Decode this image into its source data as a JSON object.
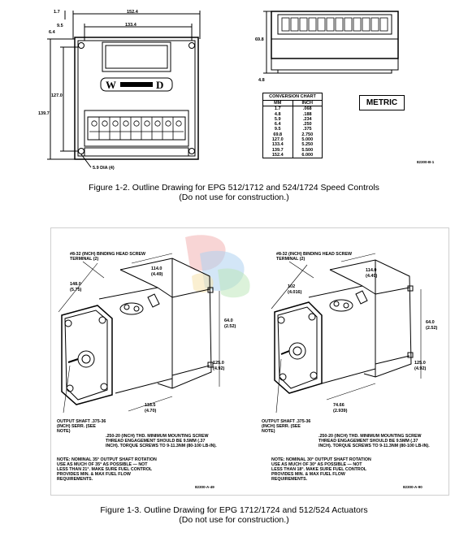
{
  "figure1": {
    "dims": {
      "top_left": "1.7",
      "top_width": "152.4",
      "left_a": "9.5",
      "left_b": "6.4",
      "inner_width": "133.4",
      "height_inner": "127.0",
      "height_outer": "139.7",
      "side_height": "69.8",
      "side_bottom": "4.8",
      "hole": "5.9 DIA (4)"
    },
    "conversion_chart": {
      "title": "CONVERSION CHART",
      "headers": [
        "MM",
        "INCH"
      ],
      "rows": [
        [
          "1.7",
          ".068"
        ],
        [
          "4.8",
          ".188"
        ],
        [
          "5.9",
          ".234"
        ],
        [
          "6.4",
          ".250"
        ],
        [
          "9.5",
          ".375"
        ],
        [
          "69.8",
          "2.750"
        ],
        [
          "127.0",
          "5.000"
        ],
        [
          "133.4",
          "5.250"
        ],
        [
          "139.7",
          "5.500"
        ],
        [
          "152.4",
          "6.000"
        ]
      ]
    },
    "metric_label": "METRIC",
    "figure_id": "82300-B-1",
    "caption_line1": "Figure 1-2. Outline Drawing for EPG 512/1712 and 524/1724 Speed Controls",
    "caption_line2": "(Do not use for construction.)"
  },
  "figure2": {
    "left": {
      "terminal_label": "#8-32 (INCH) BINDING HEAD SCREW TERMINAL (2)",
      "dim_148": "148.0",
      "dim_148_in": "(5.75)",
      "dim_114": "114.0",
      "dim_114_in": "(4.49)",
      "dim_64": "64.0",
      "dim_64_in": "(2.52)",
      "dim_125": "125.0",
      "dim_125_in": "(4.92)",
      "dim_118": "118.5",
      "dim_118_in": "(4.70)",
      "shaft_label": "OUTPUT SHAFT .375-36 (INCH) SERR. (SEE NOTE)",
      "thread_note": ".250-20 (INCH) THD. MINIMUM MOUNTING SCREW THREAD ENGAGEMENT SHOULD BE 9.5MM (.37 INCH). TORQUE SCREWS TO 9-11.3NM (80-100 LB-IN).",
      "note": "NOTE: NOMINAL 35° OUTPUT SHAFT ROTATION USE AS MUCH OF 35° AS POSSIBLE — NOT LESS THAN 21°. MAKE SURE FUEL CONTROL PROVIDES MIN. & MAX FUEL FLOW REQUIREMENTS.",
      "figure_id": "82300-A-49"
    },
    "right": {
      "terminal_label": "#8-32 (INCH) BINDING HEAD SCREW TERMINAL (2)",
      "dim_102": "102",
      "dim_102_in": "(4.016)",
      "dim_114": "114.0",
      "dim_114_in": "(4.49)",
      "dim_64": "64.0",
      "dim_64_in": "(2.52)",
      "dim_125": "125.0",
      "dim_125_in": "(4.92)",
      "dim_74": "74.66",
      "dim_74_in": "(2.939)",
      "shaft_label": "OUTPUT SHAFT .375-36 (INCH) SERR. (SEE NOTE)",
      "thread_note": ".250-20 (INCH) THD. MINIMUM MOUNTING SCREW THREAD ENGAGEMENT SHOULD BE 9.5MM (.37 INCH). TORQUE SCREWS TO 9-11.3NM (80-100 LB-IN).",
      "note": "NOTE: NOMINAL 30° OUTPUT SHAFT ROTATION USE AS MUCH OF 30° AS POSSIBLE — NOT LESS THAN 18°. MAKE SURE FUEL CONTROL PROVIDES MIN. & MAX FUEL FLOW REQUIREMENTS.",
      "figure_id": "82300-A-90"
    },
    "caption_line1": "Figure 1-3. Outline Drawing for EPG 1712/1724 and 512/524 Actuators",
    "caption_line2": "(Do not use for construction.)"
  }
}
